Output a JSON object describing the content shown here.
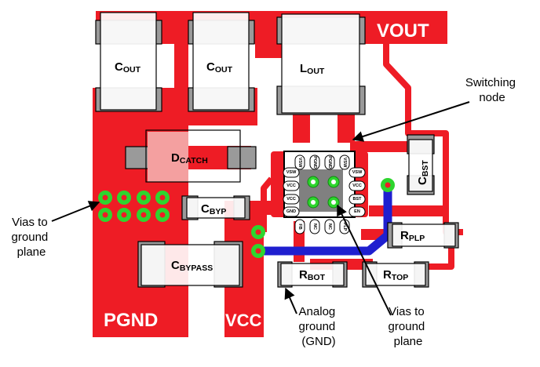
{
  "nets": {
    "vout": "VOUT",
    "pgnd": "PGND",
    "vcc": "VCC"
  },
  "components": {
    "cout1": {
      "main": "C",
      "sub": "OUT"
    },
    "cout2": {
      "main": "C",
      "sub": "OUT"
    },
    "lout": {
      "main": "L",
      "sub": "OUT"
    },
    "dcatch": {
      "main": "D",
      "sub": "CATCH"
    },
    "cbyp": {
      "main": "C",
      "sub": "BYP"
    },
    "cbypass": {
      "main": "C",
      "sub": "BYPASS"
    },
    "cbst": {
      "main": "C",
      "sub": "BST"
    },
    "rplp": {
      "main": "R",
      "sub": "PLP"
    },
    "rbot": {
      "main": "R",
      "sub": "BOT"
    },
    "rtop": {
      "main": "R",
      "sub": "TOP"
    }
  },
  "ic_pins": {
    "top": [
      "VSW",
      "PGND",
      "PGND",
      "VSW"
    ],
    "left": [
      "VSW",
      "VCC",
      "VCC",
      "GND"
    ],
    "right": [
      "VSW",
      "VCC",
      "BST",
      "EN"
    ],
    "bottom": [
      "FB",
      "NC",
      "NC",
      "PLP"
    ]
  },
  "annotations": {
    "switching_node": [
      "Switching",
      "node"
    ],
    "vias_left": [
      "Vias to",
      "ground",
      "plane"
    ],
    "analog_ground": [
      "Analog",
      "ground",
      "(GND)"
    ],
    "vias_bottom": [
      "Vias to",
      "ground",
      "plane"
    ]
  },
  "colors": {
    "copper": "#ee1c25",
    "inner_trace": "#1f1fcf",
    "pad": "#808080",
    "via": "#2ed52e",
    "highlight": "#f4a0a0"
  }
}
